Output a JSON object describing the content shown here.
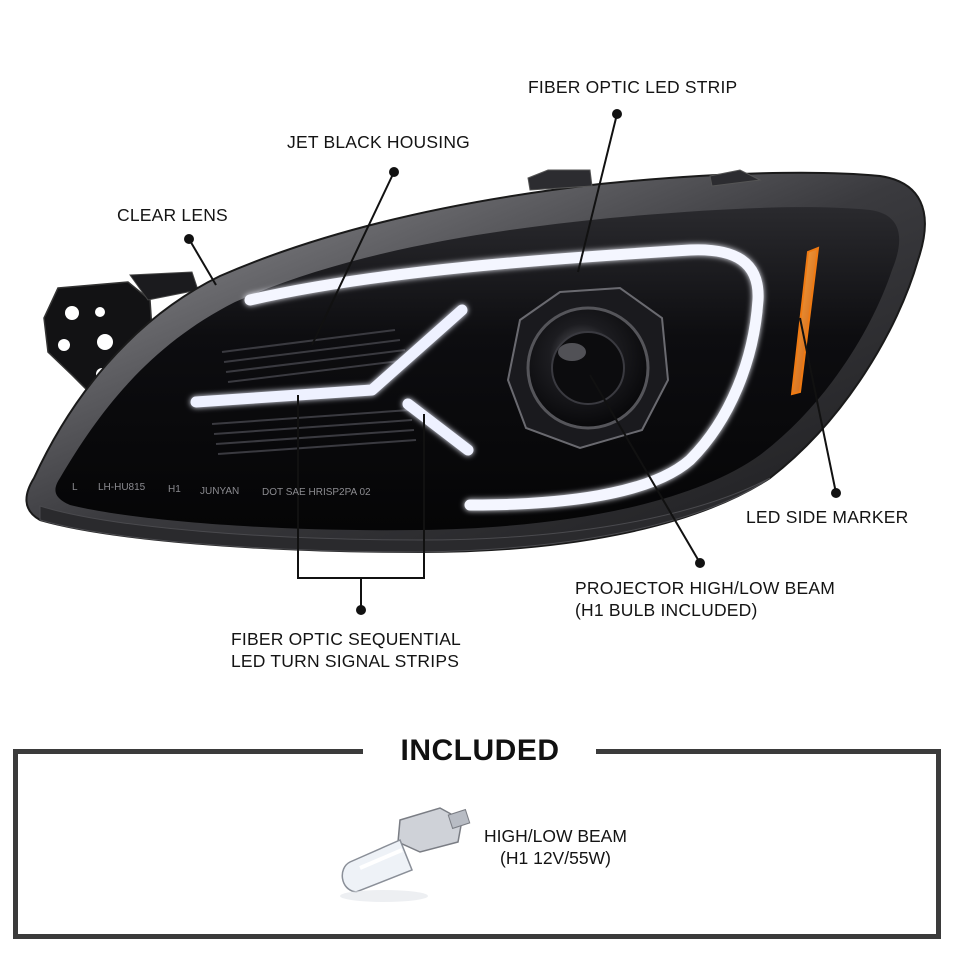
{
  "callouts": {
    "fiber_optic_led_strip": "FIBER OPTIC LED STRIP",
    "jet_black_housing": "JET BLACK HOUSING",
    "clear_lens": "CLEAR LENS",
    "led_side_marker": "LED SIDE MARKER",
    "projector_line1": "PROJECTOR HIGH/LOW BEAM",
    "projector_line2": "(H1 BULB INCLUDED)",
    "sequential_line1": "FIBER OPTIC SEQUENTIAL",
    "sequential_line2": "LED TURN SIGNAL STRIPS"
  },
  "headlight_markings": {
    "model": "LH-HU815",
    "bulb": "H1",
    "brand": "JUNYAN",
    "dot": "DOT SAE HRISP2PA 02",
    "corner": "L"
  },
  "included": {
    "title": "INCLUDED",
    "item_line1": "HIGH/LOW BEAM",
    "item_line2": "(H1 12V/55W)"
  },
  "colors": {
    "housing": "#0b0b0d",
    "led_strip": "#f4f6ff",
    "side_marker": "#f07a12",
    "frame": "#3b3b3b"
  }
}
